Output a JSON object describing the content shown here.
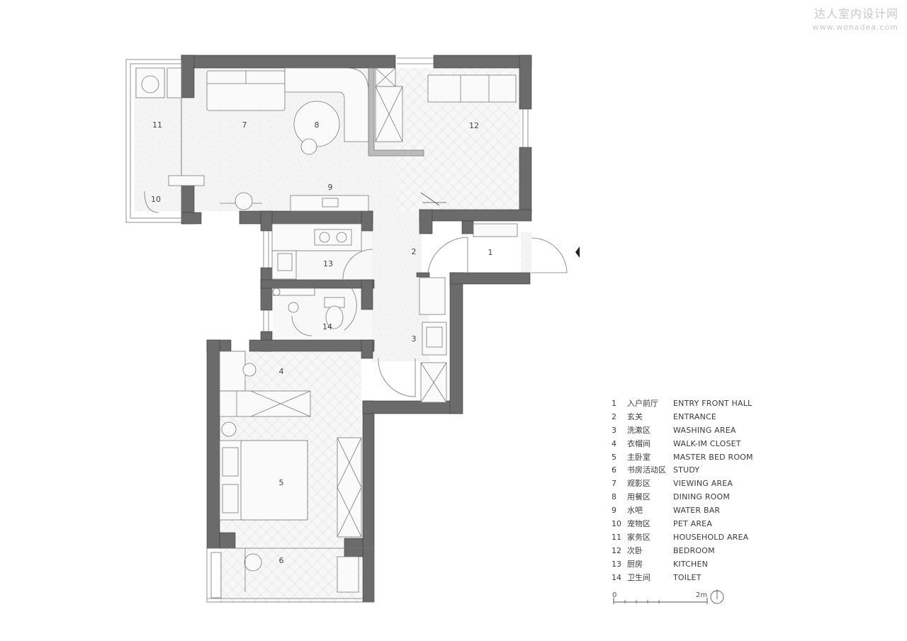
{
  "watermark": {
    "chinese": "达人室内设计网",
    "url": "www.wonadea.com"
  },
  "rooms": [
    {
      "id": "1",
      "cn": "入户前厅",
      "en": "ENTRY FRONT HALL"
    },
    {
      "id": "2",
      "cn": "玄关",
      "en": "ENTRANCE"
    },
    {
      "id": "3",
      "cn": "洗漱区",
      "en": "WASHING AREA"
    },
    {
      "id": "4",
      "cn": "衣帽间",
      "en": "WALK-IM CLOSET"
    },
    {
      "id": "5",
      "cn": "主卧室",
      "en": "MASTER BED ROOM"
    },
    {
      "id": "6",
      "cn": "书房活动区",
      "en": "STUDY"
    },
    {
      "id": "7",
      "cn": "观影区",
      "en": "VIEWING AREA"
    },
    {
      "id": "8",
      "cn": "用餐区",
      "en": "DINING ROOM"
    },
    {
      "id": "9",
      "cn": "水吧",
      "en": "WATER BAR"
    },
    {
      "id": "10",
      "cn": "宠物区",
      "en": "PET AREA"
    },
    {
      "id": "11",
      "cn": "家务区",
      "en": "HOUSEHOLD AREA"
    },
    {
      "id": "12",
      "cn": "次卧",
      "en": "BEDROOM"
    },
    {
      "id": "13",
      "cn": "厨房",
      "en": "KITCHEN"
    },
    {
      "id": "14",
      "cn": "卫生间",
      "en": "TOILET"
    }
  ],
  "scale": {
    "start": "0",
    "end": "2m"
  },
  "colors": {
    "wall": "#6b6b6b",
    "wall_stroke": "#3a3a3a",
    "floor": "#f3f3f3",
    "line": "#666666",
    "light_line": "#aaaaaa",
    "text": "#444444"
  }
}
